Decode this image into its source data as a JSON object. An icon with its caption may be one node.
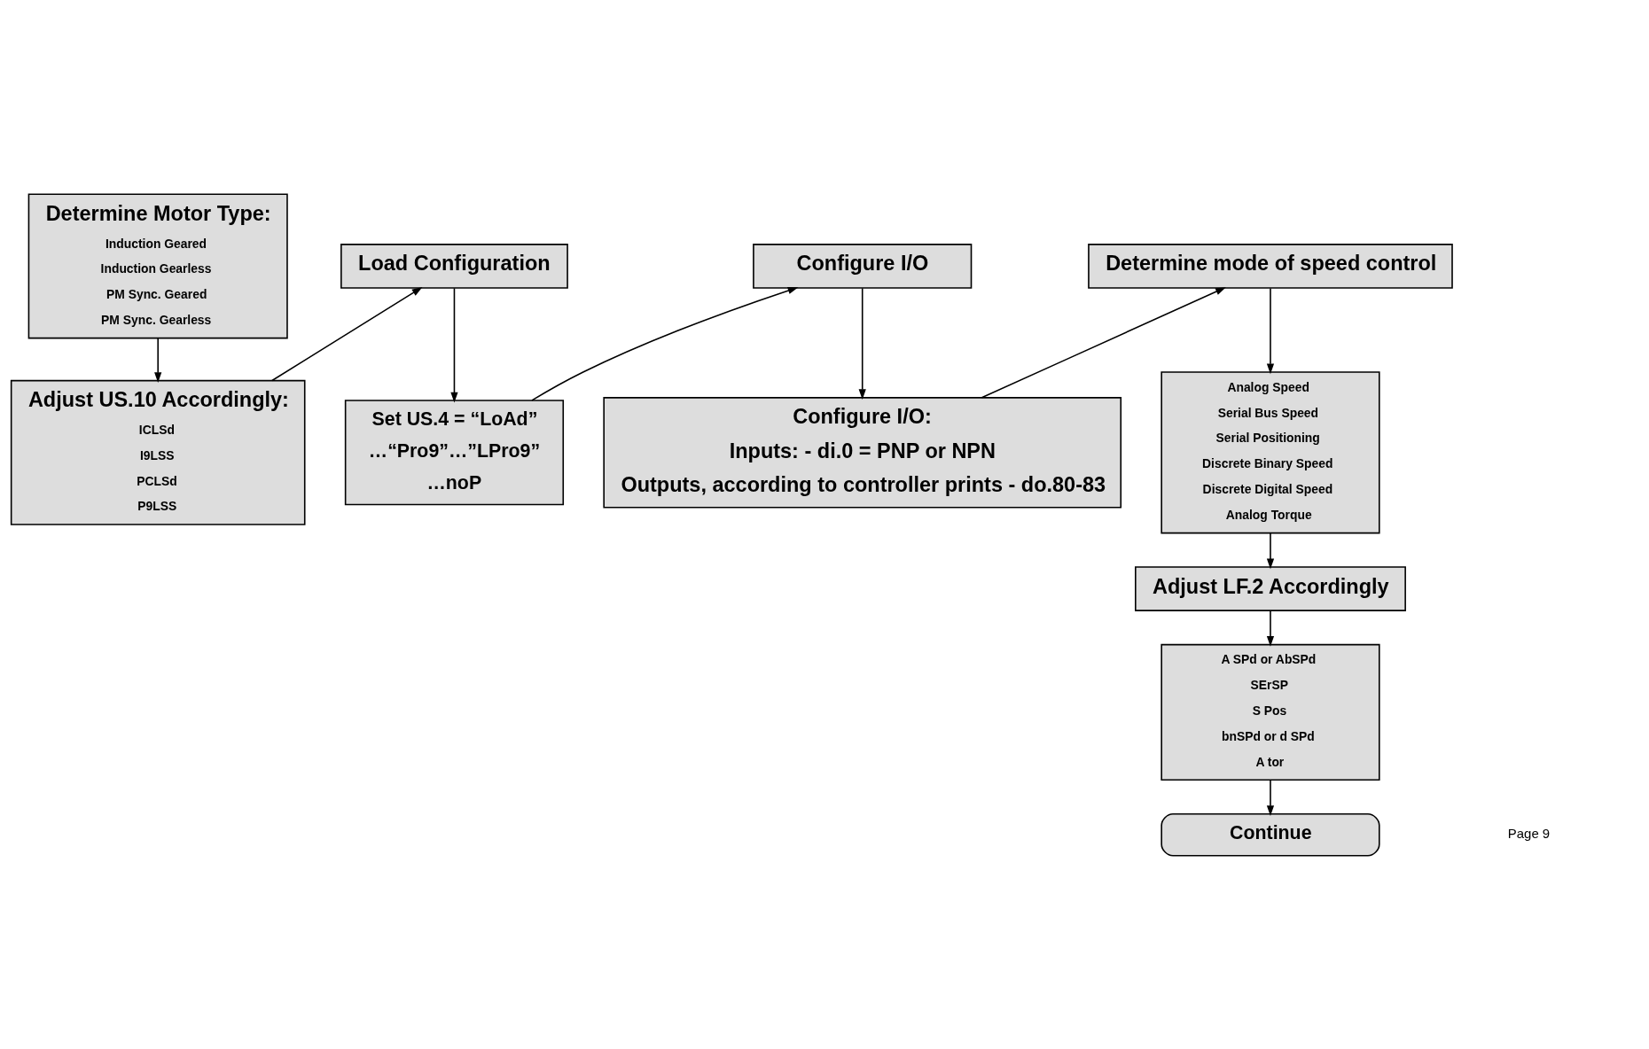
{
  "diagram": {
    "nodes": [
      {
        "text": [
          "Determine Motor Type:",
          "Induction Geared",
          "Induction Gearless",
          "PM Sync. Geared",
          "PM Sync. Gearless"
        ]
      },
      {
        "text": [
          "Adjust US.10 Accordingly:",
          "ICLSd",
          "I9LSS",
          "PCLSd",
          "P9LSS"
        ]
      },
      {
        "text": [
          "Load Configuration"
        ]
      },
      {
        "text": [
          "Set US.4 = “LoAd”",
          "…“Pro9”…”LPro9”",
          "…noP"
        ]
      },
      {
        "text": [
          "Configure I/O"
        ]
      },
      {
        "text": [
          "Configure I/O:",
          "Inputs: - di.0 = PNP or NPN",
          "Outputs, according to controller prints - do.80-83"
        ]
      },
      {
        "text": [
          "Determine mode of speed control"
        ]
      },
      {
        "text": [
          "Analog Speed",
          "Serial Bus Speed",
          "Serial Positioning",
          "Discrete Binary Speed",
          "Discrete Digital Speed",
          "Analog Torque"
        ]
      },
      {
        "text": [
          "Adjust LF.2 Accordingly"
        ]
      },
      {
        "text": [
          "A SPd or AbSPd",
          "SErSP",
          "S Pos",
          "bnSPd or d SPd",
          "A tor"
        ]
      },
      {
        "text": [
          "Continue"
        ]
      }
    ],
    "edges": [
      {
        "from": 0,
        "to": 1,
        "arrow": "to"
      },
      {
        "from": 1,
        "to": 2,
        "arrow": "to"
      },
      {
        "from": 2,
        "to": 3,
        "arrow": "to"
      },
      {
        "from": 3,
        "to": 4,
        "arrow": "to"
      },
      {
        "from": 4,
        "to": 5,
        "arrow": "to"
      },
      {
        "from": 5,
        "to": 6,
        "arrow": "to"
      },
      {
        "from": 6,
        "to": 7,
        "arrow": "to"
      },
      {
        "from": 7,
        "to": 8,
        "arrow": "to"
      },
      {
        "from": 8,
        "to": 9,
        "arrow": "to"
      },
      {
        "from": 9,
        "to": 10,
        "arrow": "to"
      }
    ],
    "labels": [
      "Page 9"
    ]
  }
}
